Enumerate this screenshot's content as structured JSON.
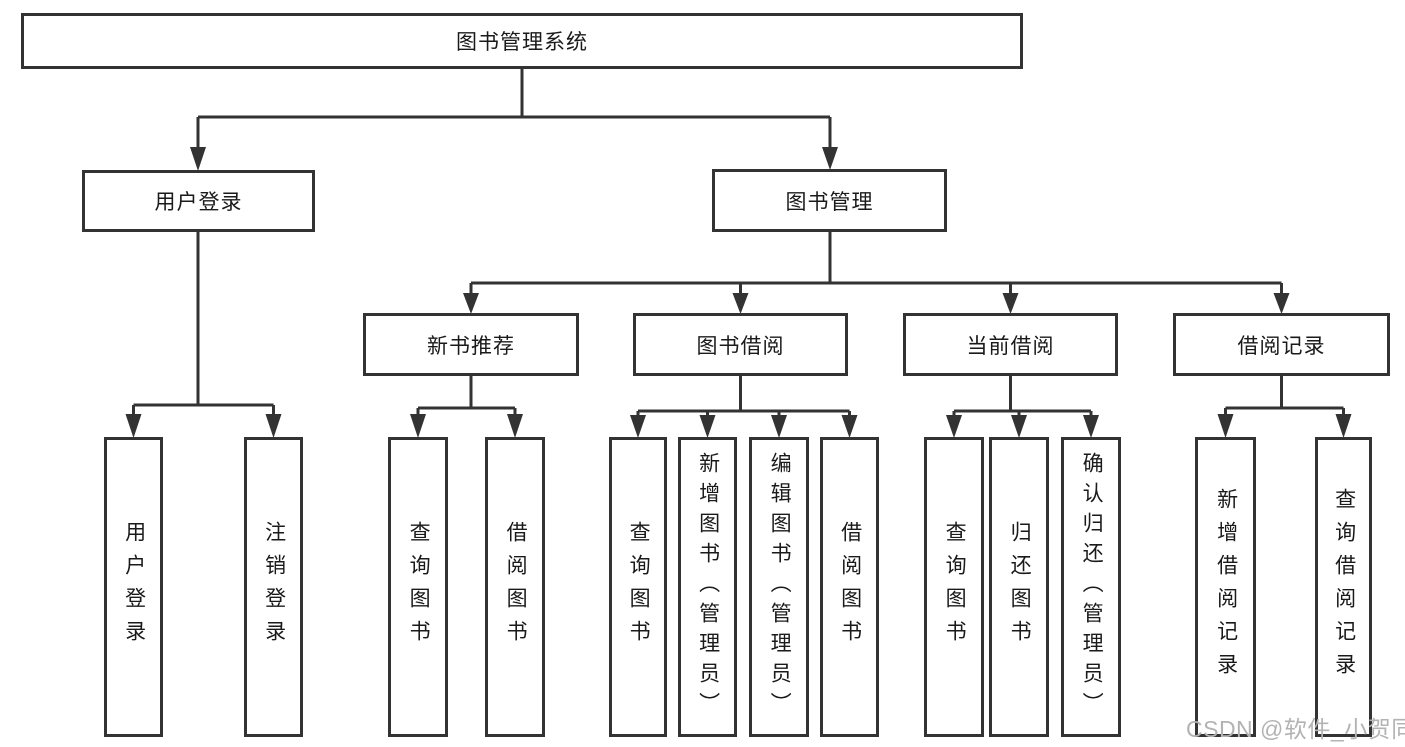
{
  "diagram": {
    "root": {
      "label": "图书管理系统"
    },
    "level2": [
      {
        "label": "用户登录"
      },
      {
        "label": "图书管理"
      }
    ],
    "level3": [
      {
        "label": "新书推荐"
      },
      {
        "label": "图书借阅"
      },
      {
        "label": "当前借阅"
      },
      {
        "label": "借阅记录"
      }
    ],
    "leaves": {
      "user_login": [
        {
          "label": "用户登录"
        },
        {
          "label": "注销登录"
        }
      ],
      "new_book_recommendation": [
        {
          "label": "查询图书"
        },
        {
          "label": "借阅图书"
        }
      ],
      "book_borrowing": [
        {
          "label": "查询图书"
        },
        {
          "label": "新增图书（管理员）"
        },
        {
          "label": "编辑图书（管理员）"
        },
        {
          "label": "借阅图书"
        }
      ],
      "current_borrowing": [
        {
          "label": "查询图书"
        },
        {
          "label": "归还图书"
        },
        {
          "label": "确认归还（管理员）"
        }
      ],
      "borrowing_records": [
        {
          "label": "新增借阅记录"
        },
        {
          "label": "查询借阅记录"
        }
      ]
    },
    "colors": {
      "line": "#333333",
      "box_border": "#333333",
      "text": "#1a1a1a",
      "background": "#ffffff",
      "watermark": "#b3b3b3"
    }
  },
  "watermark": {
    "text": "CSDN @软件_小贺同学"
  }
}
